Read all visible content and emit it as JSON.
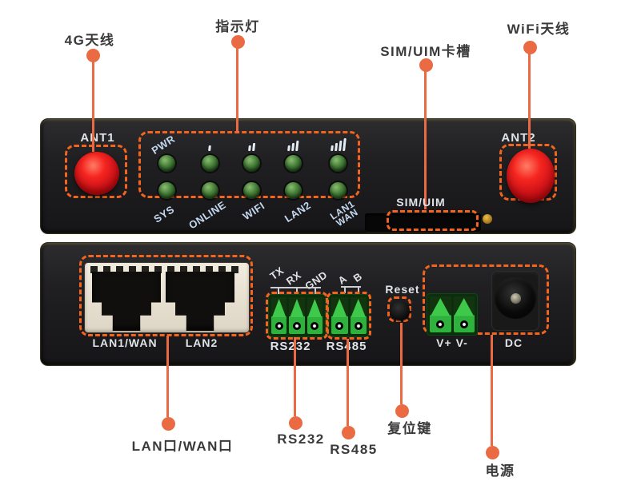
{
  "colors": {
    "background": "#ffffff",
    "callout_accent": "#ea6a43",
    "dashed_highlight": "#f4641e",
    "device_body": "#1e1d1f",
    "led_green": "#47823a",
    "terminal_green": "#2fb13e",
    "antenna_red": "#e31b1d",
    "rj45_frame": "#eae3d5",
    "panel_text": "#dfe4e9",
    "led_label_text": "#c3d8ef",
    "callout_text": "#3a3a3a"
  },
  "callouts": {
    "top": [
      {
        "id": "4g-antenna",
        "label": "4G天线"
      },
      {
        "id": "indicator-lights",
        "label": "指示灯"
      },
      {
        "id": "sim-card-slot",
        "label": "SIM/UIM卡槽"
      },
      {
        "id": "wifi-antenna",
        "label": "WiFi天线"
      }
    ],
    "bottom": [
      {
        "id": "lan-wan-ports",
        "label": "LAN口/WAN口"
      },
      {
        "id": "rs232",
        "label": "RS232"
      },
      {
        "id": "rs485",
        "label": "RS485"
      },
      {
        "id": "reset-key",
        "label": "复位键"
      },
      {
        "id": "power",
        "label": "电源"
      }
    ]
  },
  "front_panel": {
    "ant1_label": "ANT1",
    "ant2_label": "ANT2",
    "sim_slot_label": "SIM/UIM",
    "leds": {
      "rows": 2,
      "columns": 5,
      "pwr_label": "PWR",
      "signal_levels": [
        1,
        2,
        3,
        4
      ],
      "bottom_labels": [
        "SYS",
        "ONLINE",
        "WIFI",
        "LAN2"
      ],
      "lan1wan_line1": "LAN1",
      "lan1wan_line2": "WAN"
    }
  },
  "rear_panel": {
    "lan1_port_label": "LAN1/WAN",
    "lan2_port_label": "LAN2",
    "rs232": {
      "label": "RS232",
      "pins": [
        "TX",
        "RX",
        "GND"
      ]
    },
    "rs485": {
      "label": "RS485",
      "pins": [
        "A",
        "B"
      ]
    },
    "reset_label": "Reset",
    "power_pins_label": "V+ V-",
    "dc_label": "DC"
  }
}
